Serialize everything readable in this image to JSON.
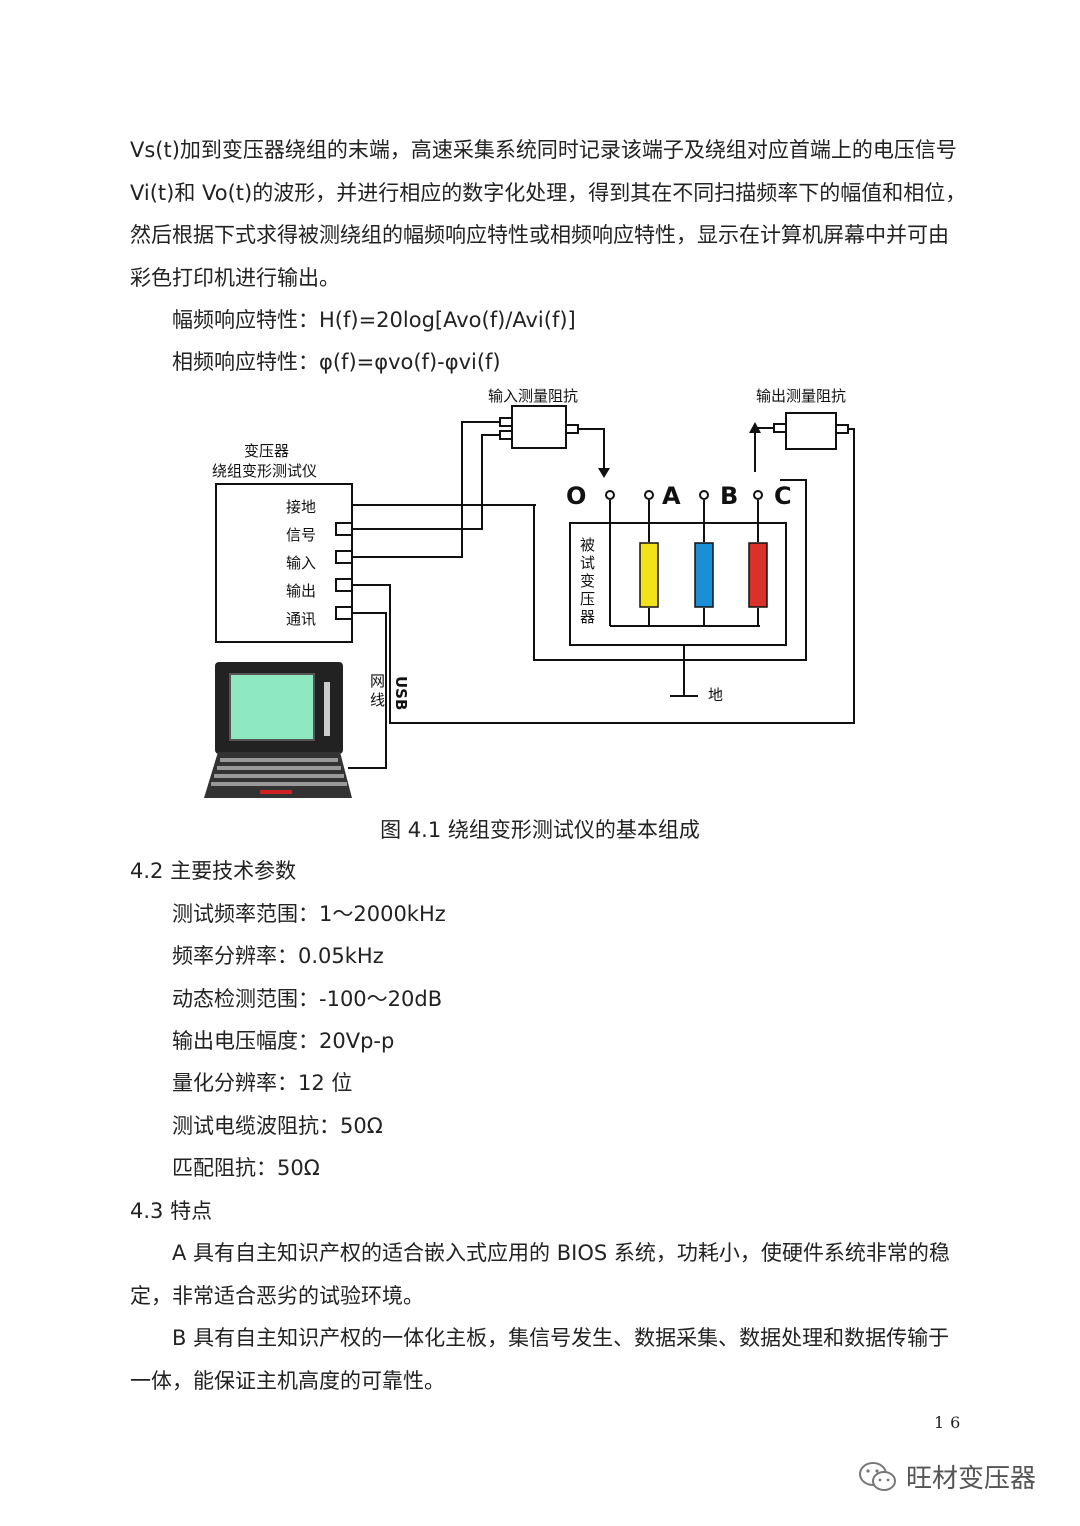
{
  "paragraph_lines": [
    "Vs(t)加到变压器绕组的末端，高速采集系统同时记录该端子及绕组对应首端上的电压信号",
    "Vi(t)和 Vo(t)的波形，并进行相应的数字化处理，得到其在不同扫描频率下的幅值和相位，",
    "然后根据下式求得被测绕组的幅频响应特性或相频响应特性，显示在计算机屏幕中并可由",
    "彩色打印机进行输出。"
  ],
  "formulas": [
    "幅频响应特性：H(f)=20log[Avo(f)/Avi(f)]",
    "相频响应特性：φ(f)=φvo(f)-φvi(f)"
  ],
  "diagram": {
    "input_impedance_label": "输入测量阻抗",
    "output_impedance_label": "输出测量阻抗",
    "instrument_title_1": "变压器",
    "instrument_title_2": "绕组变形测试仪",
    "ports": [
      "接地",
      "信号",
      "输入",
      "输出",
      "通讯"
    ],
    "terminals": [
      "O",
      "A",
      "B",
      "C"
    ],
    "transformer_label": [
      "被",
      "试",
      "变",
      "压",
      "器"
    ],
    "ground_label": "地",
    "cable_network": [
      "网",
      "线"
    ],
    "cable_usb": "USB",
    "winding_colors": [
      "#f2e21c",
      "#1a8fd6",
      "#d8322a"
    ]
  },
  "caption": "图 4.1  绕组变形测试仪的基本组成",
  "section_42": {
    "heading": "4.2  主要技术参数",
    "items": [
      "测试频率范围：1～2000kHz",
      "频率分辨率：0.05kHz",
      "动态检测范围：-100～20dB",
      "输出电压幅度：20Vp-p",
      "量化分辨率：12 位",
      "测试电缆波阻抗：50Ω",
      "匹配阻抗：50Ω"
    ]
  },
  "section_43": {
    "heading": "4.3  特点",
    "lines": [
      "A  具有自主知识产权的适合嵌入式应用的 BIOS 系统，功耗小，使硬件系统非常的稳",
      "定，非常适合恶劣的试验环境。",
      "B  具有自主知识产权的一体化主板，集信号发生、数据采集、数据处理和数据传输于",
      "一体，能保证主机高度的可靠性。"
    ]
  },
  "page_number": "16",
  "watermark": "旺材变压器"
}
